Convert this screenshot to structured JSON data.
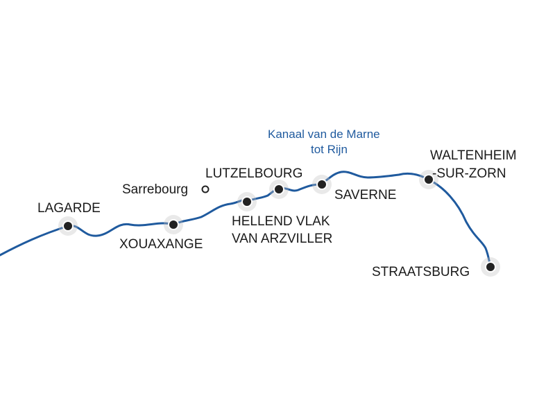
{
  "map": {
    "waterway": {
      "line1": "Kanaal van de Marne",
      "line2": "tot Rijn",
      "color": "#1f5a9e"
    },
    "stops": {
      "lagarde": "LAGARDE",
      "xouaxange": "XOUAXANGE",
      "hellend_line1": "HELLEND VLAK",
      "hellend_line2": "VAN ARZVILLER",
      "lutzelbourg": "LUTZELBOURG",
      "saverne": "SAVERNE",
      "waltenheim_line1": "WALTENHEIM",
      "waltenheim_line2": "-SUR-ZORN",
      "straatsburg": "STRAATSBURG"
    },
    "towns": {
      "sarrebourg": "Sarrebourg"
    },
    "icons": {
      "stop": "filled-circle-marker",
      "town": "hollow-circle-marker"
    }
  }
}
